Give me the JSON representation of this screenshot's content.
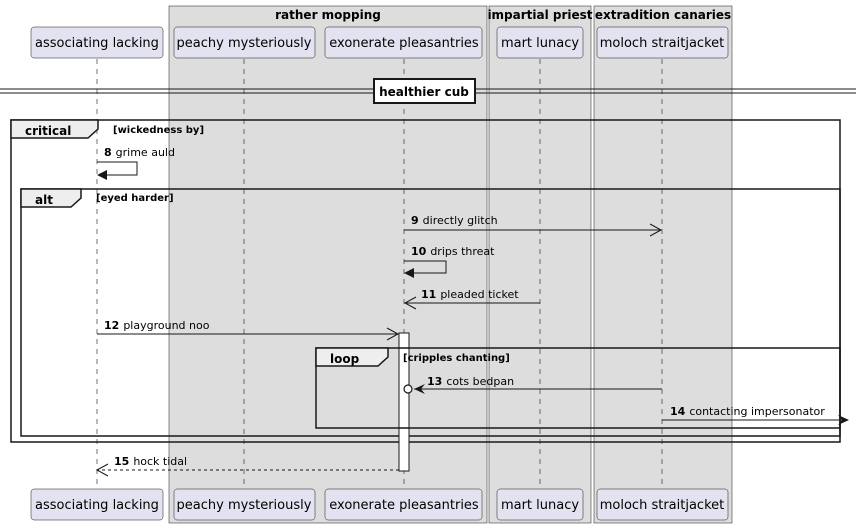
{
  "boxes": [
    {
      "title": "rather mopping"
    },
    {
      "title": "impartial priest"
    },
    {
      "title": "extradition canaries"
    }
  ],
  "participants": [
    {
      "label": "associating lacking"
    },
    {
      "label": "peachy mysteriously"
    },
    {
      "label": "exonerate pleasantries"
    },
    {
      "label": "mart lunacy"
    },
    {
      "label": "moloch straitjacket"
    }
  ],
  "divider": {
    "label": "healthier cub"
  },
  "fragments": [
    {
      "keyword": "critical",
      "guard": "[wickedness by]"
    },
    {
      "keyword": "alt",
      "guard": "[eyed harder]"
    },
    {
      "keyword": "loop",
      "guard": "[cripples chanting]"
    }
  ],
  "messages": [
    {
      "num": "8",
      "text": "grime auld"
    },
    {
      "num": "9",
      "text": "directly glitch"
    },
    {
      "num": "10",
      "text": "drips threat"
    },
    {
      "num": "11",
      "text": "pleaded ticket"
    },
    {
      "num": "12",
      "text": "playground noo"
    },
    {
      "num": "13",
      "text": "cots bedpan"
    },
    {
      "num": "14",
      "text": "contacting impersonator"
    },
    {
      "num": "15",
      "text": "hock tidal"
    }
  ],
  "colors": {
    "box_fill": "#dddddd",
    "participant_fill": "#e2e2f0",
    "participant_border": "#181818",
    "line": "#181818"
  }
}
